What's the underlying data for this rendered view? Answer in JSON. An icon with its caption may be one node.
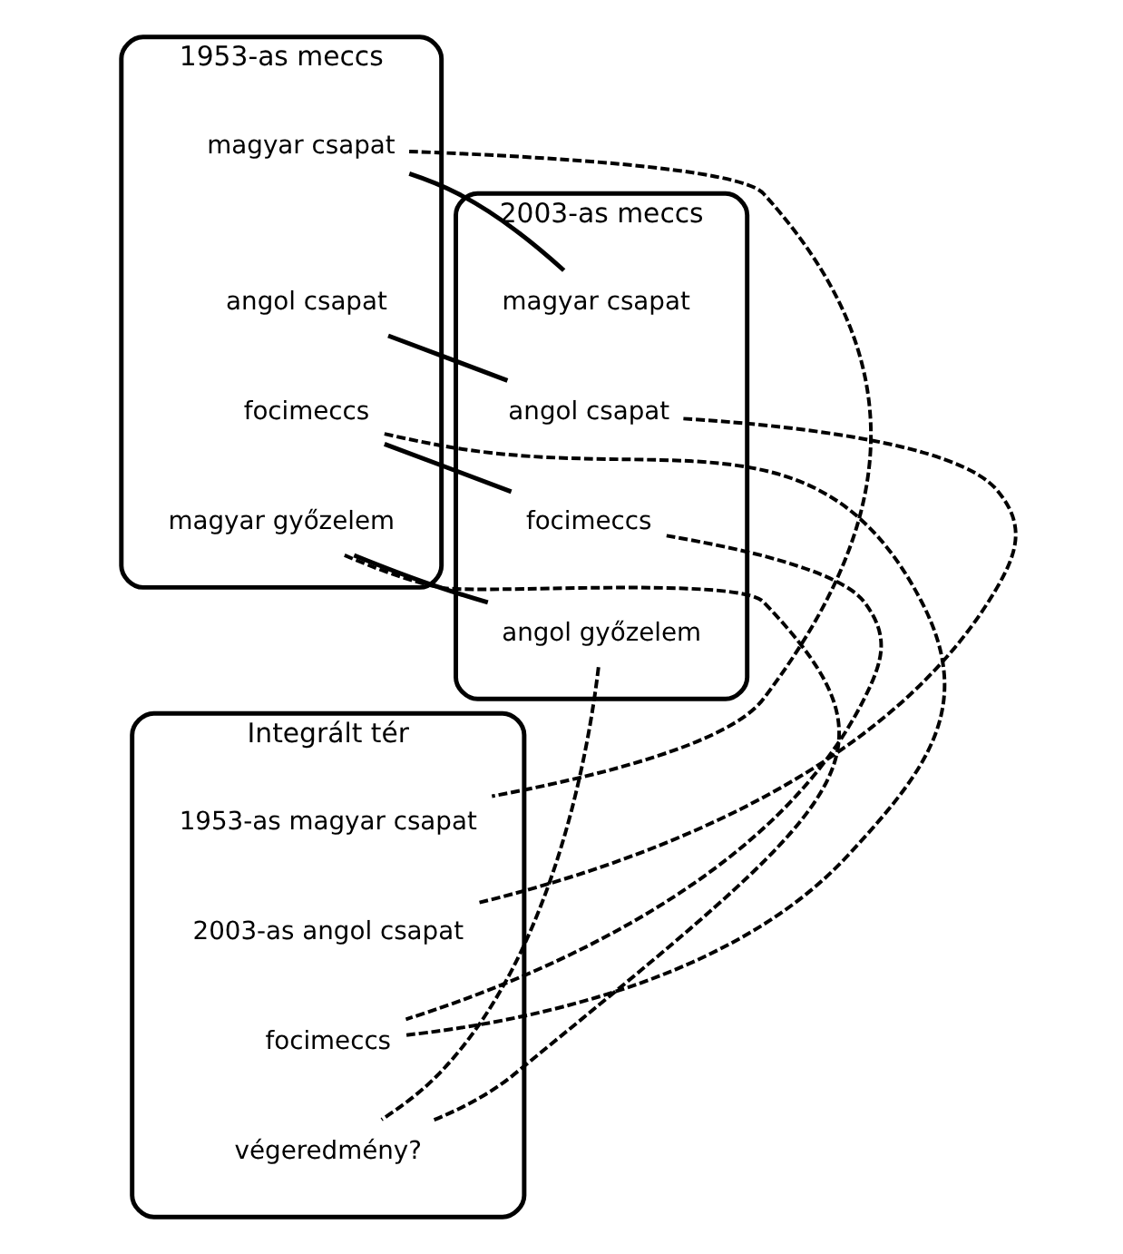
{
  "diagram": {
    "nodes": [
      {
        "text": [
          "1953-as meccs"
        ]
      },
      {
        "text": [
          "magyar csapat"
        ],
        "in": 0
      },
      {
        "text": [
          "angol csapat"
        ],
        "in": 0
      },
      {
        "text": [
          "focimeccs"
        ],
        "in": 0
      },
      {
        "text": [
          "magyar győzelem"
        ],
        "in": 0
      },
      {
        "text": [
          "2003-as meccs"
        ]
      },
      {
        "text": [
          "magyar csapat"
        ],
        "in": 5
      },
      {
        "text": [
          "angol csapat"
        ],
        "in": 5
      },
      {
        "text": [
          "focimeccs"
        ],
        "in": 5
      },
      {
        "text": [
          "angol győzelem"
        ],
        "in": 5
      },
      {
        "text": [
          "Integrált tér"
        ]
      },
      {
        "text": [
          "1953-as magyar csapat"
        ],
        "in": 10
      },
      {
        "text": [
          "2003-as angol csapat"
        ],
        "in": 10
      },
      {
        "text": [
          "focimeccs"
        ],
        "in": 10
      },
      {
        "text": [
          "végeredmény?"
        ],
        "in": 10
      }
    ],
    "edges": [
      {
        "from": 1,
        "to": 6,
        "arrow": "none"
      },
      {
        "from": 2,
        "to": 7,
        "arrow": "none"
      },
      {
        "from": 3,
        "to": 8,
        "arrow": "none"
      },
      {
        "from": 4,
        "to": 9,
        "arrow": "none"
      },
      {
        "from": 1,
        "to": 11,
        "arrow": "none",
        "style": "dashed"
      },
      {
        "from": 3,
        "to": 13,
        "arrow": "none",
        "style": "dashed"
      },
      {
        "from": 4,
        "to": 14,
        "arrow": "none",
        "style": "dashed"
      },
      {
        "from": 7,
        "to": 12,
        "arrow": "none",
        "style": "dashed"
      },
      {
        "from": 8,
        "to": 13,
        "arrow": "none",
        "style": "dashed"
      },
      {
        "from": 9,
        "to": 14,
        "arrow": "none",
        "style": "dashed"
      }
    ]
  }
}
